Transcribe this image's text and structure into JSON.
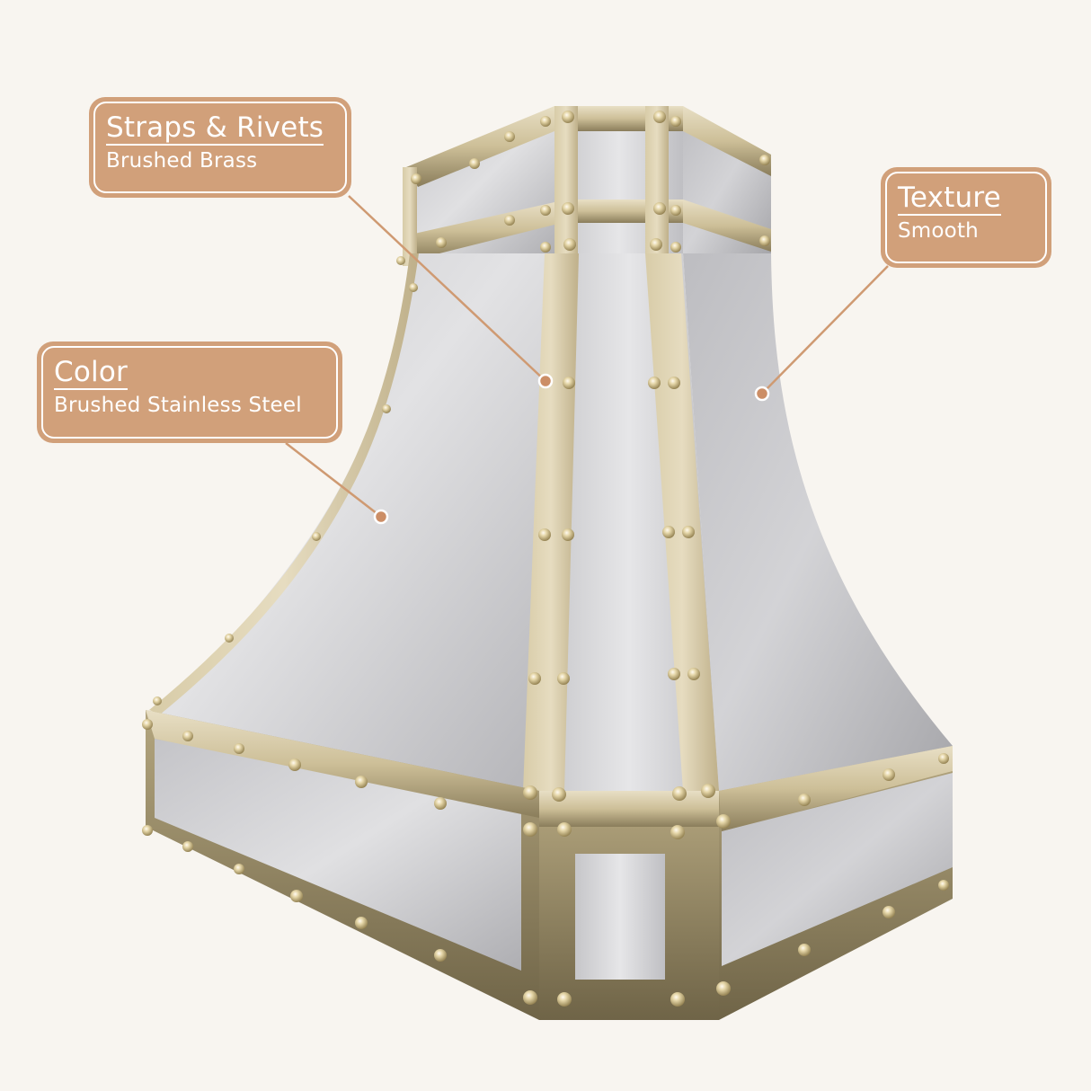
{
  "colors": {
    "background": "#f8f5f0",
    "callout_fill": "#d1a07a",
    "callout_text": "#ffffff",
    "leader_line": "#cf9a72",
    "steel_light": "#e4e4e6",
    "steel_dark": "#a9a9ad",
    "brass_light": "#e6dcc0",
    "brass_dark": "#7f7252"
  },
  "product": {
    "name": "range-hood",
    "description": "Brushed stainless steel range hood with brushed brass straps and rivets"
  },
  "callouts": [
    {
      "id": "straps",
      "title": "Straps & Rivets",
      "value": "Brushed Brass",
      "dot": [
        607,
        424
      ]
    },
    {
      "id": "texture",
      "title": "Texture",
      "value": "Smooth",
      "dot": [
        848,
        438
      ]
    },
    {
      "id": "color",
      "title": "Color",
      "value": "Brushed Stainless Steel",
      "dot": [
        424,
        575
      ]
    }
  ]
}
